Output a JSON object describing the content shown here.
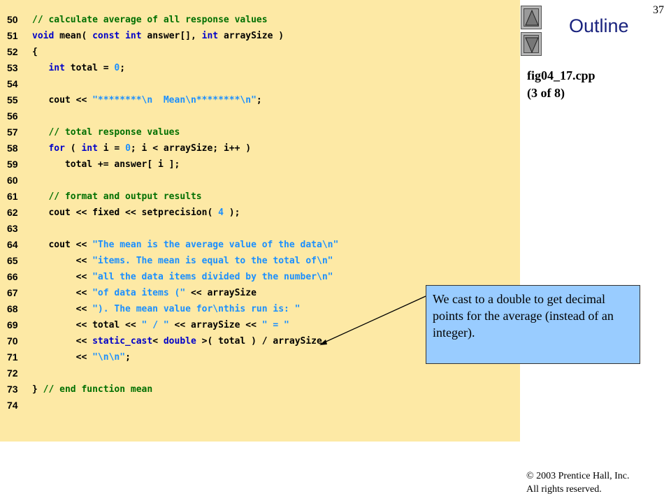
{
  "page_number": "37",
  "outline": {
    "title": "Outline",
    "file_name": "fig04_17.cpp",
    "file_part": "(3 of 8)"
  },
  "code_lines": [
    {
      "n": "50",
      "tokens": [
        {
          "t": "// calculate average of all response values",
          "c": "comment"
        }
      ]
    },
    {
      "n": "51",
      "tokens": [
        {
          "t": "void",
          "c": "kw"
        },
        {
          "t": " mean( ",
          "c": ""
        },
        {
          "t": "const int",
          "c": "kw"
        },
        {
          "t": " answer[], ",
          "c": ""
        },
        {
          "t": "int",
          "c": "kw"
        },
        {
          "t": " arraySize )",
          "c": ""
        }
      ]
    },
    {
      "n": "52",
      "tokens": [
        {
          "t": "{",
          "c": ""
        }
      ]
    },
    {
      "n": "53",
      "tokens": [
        {
          "t": "   ",
          "c": ""
        },
        {
          "t": "int",
          "c": "kw"
        },
        {
          "t": " total = ",
          "c": ""
        },
        {
          "t": "0",
          "c": "num"
        },
        {
          "t": ";",
          "c": ""
        }
      ]
    },
    {
      "n": "54",
      "tokens": []
    },
    {
      "n": "55",
      "tokens": [
        {
          "t": "   cout << ",
          "c": ""
        },
        {
          "t": "\"********\\n  Mean\\n********\\n\"",
          "c": "str"
        },
        {
          "t": ";",
          "c": ""
        }
      ]
    },
    {
      "n": "56",
      "tokens": []
    },
    {
      "n": "57",
      "tokens": [
        {
          "t": "   ",
          "c": ""
        },
        {
          "t": "// total response values",
          "c": "comment"
        }
      ]
    },
    {
      "n": "58",
      "tokens": [
        {
          "t": "   ",
          "c": ""
        },
        {
          "t": "for",
          "c": "kw"
        },
        {
          "t": " ( ",
          "c": ""
        },
        {
          "t": "int",
          "c": "kw"
        },
        {
          "t": " i = ",
          "c": ""
        },
        {
          "t": "0",
          "c": "num"
        },
        {
          "t": "; i < arraySize; i++ )",
          "c": ""
        }
      ]
    },
    {
      "n": "59",
      "tokens": [
        {
          "t": "      total += answer[ i ];",
          "c": ""
        }
      ]
    },
    {
      "n": "60",
      "tokens": []
    },
    {
      "n": "61",
      "tokens": [
        {
          "t": "   ",
          "c": ""
        },
        {
          "t": "// format and output results",
          "c": "comment"
        }
      ]
    },
    {
      "n": "62",
      "tokens": [
        {
          "t": "   cout << fixed << setprecision( ",
          "c": ""
        },
        {
          "t": "4",
          "c": "num"
        },
        {
          "t": " );",
          "c": ""
        }
      ]
    },
    {
      "n": "63",
      "tokens": []
    },
    {
      "n": "64",
      "tokens": [
        {
          "t": "   cout << ",
          "c": ""
        },
        {
          "t": "\"The mean is the average value of the data\\n\"",
          "c": "str"
        }
      ]
    },
    {
      "n": "65",
      "tokens": [
        {
          "t": "        << ",
          "c": ""
        },
        {
          "t": "\"items. The mean is equal to the total of\\n\"",
          "c": "str"
        }
      ]
    },
    {
      "n": "66",
      "tokens": [
        {
          "t": "        << ",
          "c": ""
        },
        {
          "t": "\"all the data items divided by the number\\n\"",
          "c": "str"
        }
      ]
    },
    {
      "n": "67",
      "tokens": [
        {
          "t": "        << ",
          "c": ""
        },
        {
          "t": "\"of data items (\"",
          "c": "str"
        },
        {
          "t": " << arraySize",
          "c": ""
        }
      ]
    },
    {
      "n": "68",
      "tokens": [
        {
          "t": "        << ",
          "c": ""
        },
        {
          "t": "\"). The mean value for\\nthis run is: \"",
          "c": "str"
        }
      ]
    },
    {
      "n": "69",
      "tokens": [
        {
          "t": "        << total << ",
          "c": ""
        },
        {
          "t": "\" / \"",
          "c": "str"
        },
        {
          "t": " << arraySize << ",
          "c": ""
        },
        {
          "t": "\" = \"",
          "c": "str"
        }
      ]
    },
    {
      "n": "70",
      "tokens": [
        {
          "t": "        << ",
          "c": ""
        },
        {
          "t": "static_cast",
          "c": "kw"
        },
        {
          "t": "< ",
          "c": ""
        },
        {
          "t": "double",
          "c": "kw"
        },
        {
          "t": " >( total ) / arraySize",
          "c": ""
        }
      ]
    },
    {
      "n": "71",
      "tokens": [
        {
          "t": "        << ",
          "c": ""
        },
        {
          "t": "\"\\n\\n\"",
          "c": "str"
        },
        {
          "t": ";",
          "c": ""
        }
      ]
    },
    {
      "n": "72",
      "tokens": []
    },
    {
      "n": "73",
      "tokens": [
        {
          "t": "} ",
          "c": ""
        },
        {
          "t": "// end function mean",
          "c": "comment"
        }
      ]
    },
    {
      "n": "74",
      "tokens": []
    }
  ],
  "callout": {
    "text": "We cast to a double to get decimal points for the average (instead of an integer)."
  },
  "footer": {
    "copyright_line1": "© 2003 Prentice Hall, Inc.",
    "copyright_line2": "All rights reserved."
  },
  "nav": {
    "up_icon": "triangle-up-icon",
    "down_icon": "triangle-down-icon"
  },
  "colors": {
    "code_background": "#fde9a5",
    "comment": "#006f00",
    "keyword": "#0000c8",
    "string": "#1a8fff",
    "callout_background": "#99ccff",
    "outline_title": "#1a237e"
  }
}
